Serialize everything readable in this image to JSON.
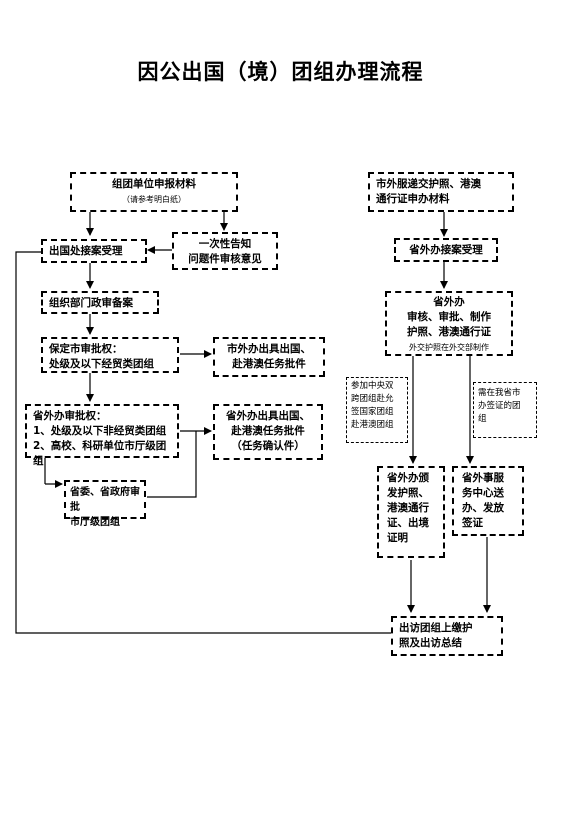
{
  "title": "因公出国（境）团组办理流程",
  "boxes": {
    "submit": {
      "line1": "组团单位申报材料",
      "line2": "（请参考明白纸）"
    },
    "one_time_notice": {
      "line1": "一次性告知",
      "line2": "问题件审核意见"
    },
    "accept": {
      "line1": "出国处接案受理"
    },
    "org_record": {
      "line1": "组织部门政审备案"
    },
    "guarantee_approval": {
      "line1": "保定市审批权：",
      "line2": "处级及以下经贸类团组"
    },
    "city_issue": {
      "line1": "市外办出具出国、",
      "line2": "赴港澳任务批件"
    },
    "prov_approval": {
      "line1": "省外办审批权：",
      "line2": "1、处级及以下非经贸类团组",
      "line3": "2、高校、科研单位市厅级团组"
    },
    "prov_issue": {
      "line1": "省外办出具出国、",
      "line2": "赴港澳任务批件",
      "line3": "（任务确认件）"
    },
    "party_gov": {
      "line1": "省委、省政府审批",
      "line2": "市厅级团组"
    },
    "city_submit": {
      "line1": "市外服递交护照、港澳",
      "line2": "通行证申办材料"
    },
    "prov_accept": {
      "line1": "省外办接案受理"
    },
    "prov_review": {
      "line1": "省外办",
      "line2": "审核、审批、制作",
      "line3": "护照、港澳通行证",
      "line4": "外交护照在外交部制作"
    },
    "side_note1": {
      "line1": "参加中央双",
      "line2": "跨团组赴允",
      "line3": "签国家团组",
      "line4": "赴港澳团组"
    },
    "side_note2": {
      "line1": "需在我省市",
      "line2": "办签证的团",
      "line3": "组"
    },
    "prov_issue_pass": {
      "line1": "省外办颁",
      "line2": "发护照、",
      "line3": "港澳通行",
      "line4": "证、出境",
      "line5": "证明"
    },
    "service_center": {
      "line1": "省外事服",
      "line2": "务中心送",
      "line3": "办、发放",
      "line4": "签证"
    },
    "return_summary": {
      "line1": "出访团组上缴护",
      "line2": "照及出访总结"
    }
  }
}
